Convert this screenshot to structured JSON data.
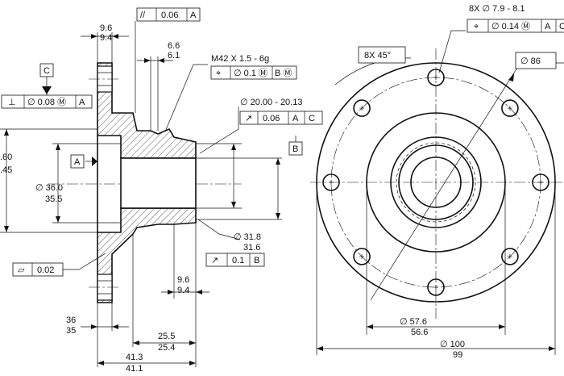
{
  "section_view": {
    "dims": {
      "flange_thk": [
        "9.6",
        "9.4"
      ],
      "neck_groove": [
        "6.6",
        "6.1"
      ],
      "thread_spec": "M42 X 1.5 - 6g",
      "thread_fcf": {
        "symbol": "⌖",
        "tol": "∅ 0.1 Ⓜ",
        "datum": "B Ⓜ"
      },
      "parallel_fcf": {
        "symbol": "//",
        "tol": "0.06",
        "datum": "A"
      },
      "datum_c": "C",
      "perp_fcf": {
        "symbol": "⊥",
        "tol": "∅ 0.08 Ⓜ",
        "datum": "A"
      },
      "datum_a": "A",
      "left_dia_partial": [
        ".60",
        ".45"
      ],
      "bore_dia": [
        "∅ 36.0",
        "35.5"
      ],
      "pilot_dia": "∅ 20.00 - 20.13",
      "pilot_runout_fcf": {
        "symbol": "↗",
        "tol": "0.06",
        "datum1": "A",
        "datum2": "C"
      },
      "datum_b": "B",
      "hub_dia": [
        "∅ 31.8",
        "31.6"
      ],
      "hub_runout_fcf": {
        "symbol": "↗",
        "tol": "0.1",
        "datum": "B"
      },
      "flatness_fcf": {
        "symbol": "▱",
        "tol": "0.02"
      },
      "hub_len": [
        "9.6",
        "9.4"
      ],
      "flange_len": [
        "36",
        "35"
      ],
      "neck_len": [
        "25.5",
        "25.4"
      ],
      "overall_len": [
        "41.3",
        "41.1"
      ]
    }
  },
  "end_view": {
    "dims": {
      "holes": "8X ∅ 7.9 - 8.1",
      "holes_fcf": {
        "symbol": "⌖",
        "tol": "∅ 0.14 Ⓜ",
        "datum1": "A",
        "datum2": "C"
      },
      "angle": "8X 45°",
      "bolt_circle": "∅ 86",
      "mid_dia": [
        "∅ 57.6",
        "56.6"
      ],
      "outer_dia": [
        "∅ 100",
        "99"
      ]
    }
  }
}
